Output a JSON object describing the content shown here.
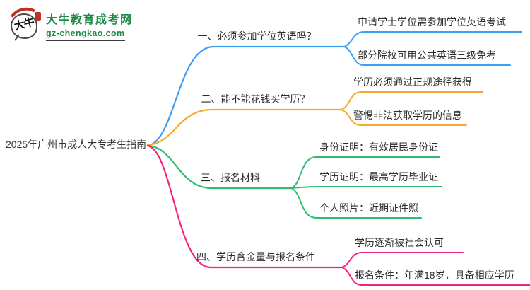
{
  "logo": {
    "bubble_text": "大牛",
    "site_name": "大牛教育成考网",
    "site_url": "gz-chengkao.com",
    "green": "#1e8a46",
    "seal_red": "#bf3126"
  },
  "mindmap": {
    "root": {
      "label": "2025年广州市成人大专考生指南"
    },
    "branches": [
      {
        "label": "一、必须参加学位英语吗？",
        "color": "#3d9ff2",
        "children": [
          "申请学士学位需参加学位英语考试",
          "部分院校可用公共英语三级免考"
        ]
      },
      {
        "label": "二、能不能花钱买学历？",
        "color": "#f7a72e",
        "children": [
          "学历必须通过正规途径获得",
          "警惕非法获取学历的信息"
        ]
      },
      {
        "label": "三、报名材料",
        "color": "#2ebd70",
        "children": [
          "身份证明：有效居民身份证",
          "学历证明：最高学历毕业证",
          "个人照片：近期证件照"
        ]
      },
      {
        "label": "四、学历含金量与报名条件",
        "color": "#f1247c",
        "children": [
          "学历逐渐被社会认可",
          "报名条件：年满18岁，具备相应学历"
        ]
      }
    ]
  }
}
